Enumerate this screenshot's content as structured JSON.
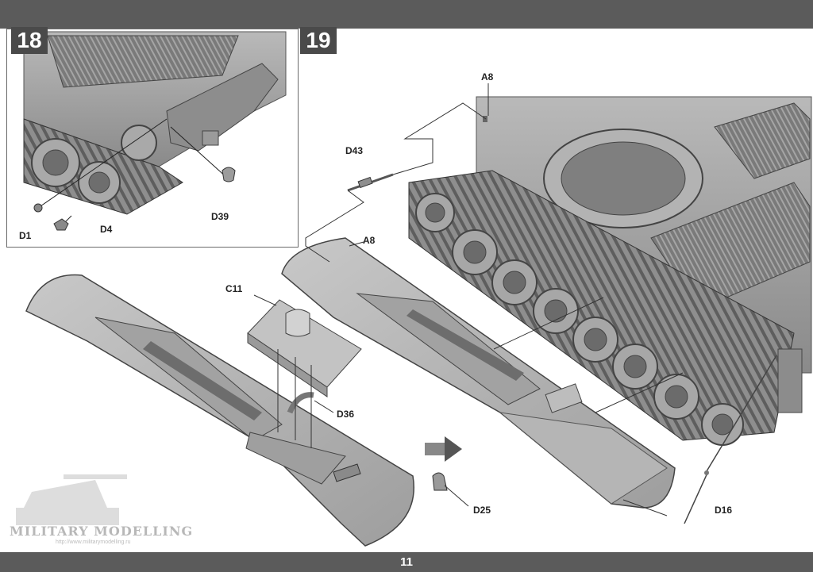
{
  "page": {
    "number": "11"
  },
  "steps": [
    {
      "label": "18"
    },
    {
      "label": "19"
    }
  ],
  "parts": {
    "d1": "D1",
    "d4": "D4",
    "d39": "D39",
    "a8_top": "A8",
    "d43": "D43",
    "a8_mid": "A8",
    "c11": "C11",
    "d36": "D36",
    "d25": "D25",
    "d16": "D16"
  },
  "watermark": {
    "name": "MILITARY MODELLING",
    "url": "http://www.militarymodelling.ru"
  },
  "colors": {
    "band": "#5b5b5b",
    "badge": "#4a4a4a",
    "metal": "#9a9a9a"
  }
}
